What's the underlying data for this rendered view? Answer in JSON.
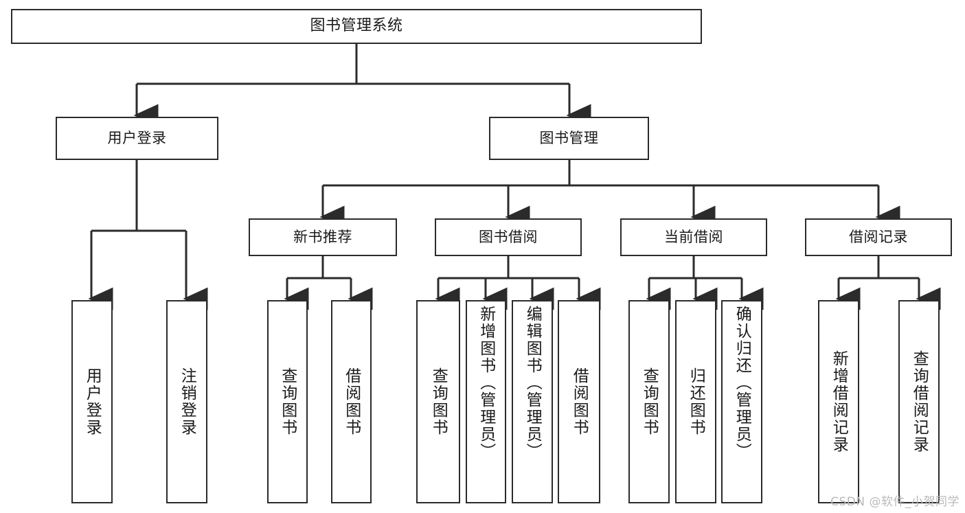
{
  "diagram": {
    "title": "图书管理系统",
    "type": "tree-hierarchy",
    "background_color": "#ffffff",
    "line_color": "#2b2b2b",
    "text_color": "#1a1a1a"
  },
  "nodes": {
    "root": {
      "label": "图书管理系统"
    },
    "level2": [
      {
        "label": "用户登录"
      },
      {
        "label": "图书管理"
      }
    ],
    "level3": [
      {
        "label": "新书推荐"
      },
      {
        "label": "图书借阅"
      },
      {
        "label": "当前借阅"
      },
      {
        "label": "借阅记录"
      }
    ],
    "leaves_user_login": [
      {
        "label": "用户登录"
      },
      {
        "label": "注销登录"
      }
    ],
    "leaves_new_book": [
      {
        "label": "查询图书"
      },
      {
        "label": "借阅图书"
      }
    ],
    "leaves_borrow": [
      {
        "label": "查询图书"
      },
      {
        "label": "新增图书（管理员）"
      },
      {
        "label": "编辑图书（管理员）"
      },
      {
        "label": "借阅图书"
      }
    ],
    "leaves_current": [
      {
        "label": "查询图书"
      },
      {
        "label": "归还图书"
      },
      {
        "label": "确认归还（管理员）"
      }
    ],
    "leaves_record": [
      {
        "label": "新增借阅记录"
      },
      {
        "label": "查询借阅记录"
      }
    ]
  },
  "watermark": {
    "text": "CSDN @软件_小贺同学"
  }
}
